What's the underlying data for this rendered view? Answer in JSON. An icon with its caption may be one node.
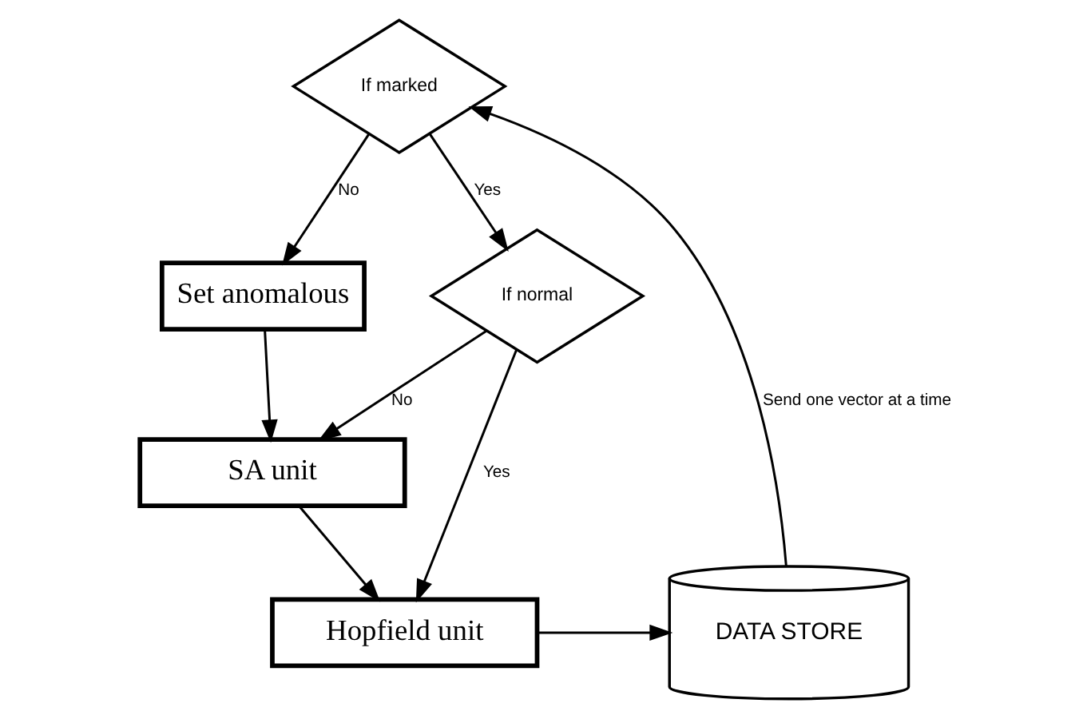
{
  "diagram": {
    "nodes": [
      {
        "text": [
          "If marked"
        ]
      },
      {
        "text": [
          "Set anomalous"
        ]
      },
      {
        "text": [
          "If normal"
        ]
      },
      {
        "text": [
          "SA unit"
        ]
      },
      {
        "text": [
          "Hopfield unit"
        ]
      },
      {
        "text": [
          "DATA STORE"
        ]
      }
    ],
    "edges": [
      {
        "from": 5,
        "to": 0,
        "arrow": "to",
        "label": "Send one vector at a time"
      },
      {
        "from": 0,
        "to": 1,
        "arrow": "to",
        "label": "No"
      },
      {
        "from": 0,
        "to": 2,
        "arrow": "to",
        "label": "Yes"
      },
      {
        "from": 2,
        "to": 3,
        "arrow": "to",
        "label": "No"
      },
      {
        "from": 2,
        "to": 4,
        "arrow": "to",
        "label": "Yes"
      },
      {
        "from": 1,
        "to": 3,
        "arrow": "to"
      },
      {
        "from": 3,
        "to": 4,
        "arrow": "to"
      },
      {
        "from": 4,
        "to": 5,
        "arrow": "to"
      }
    ]
  }
}
